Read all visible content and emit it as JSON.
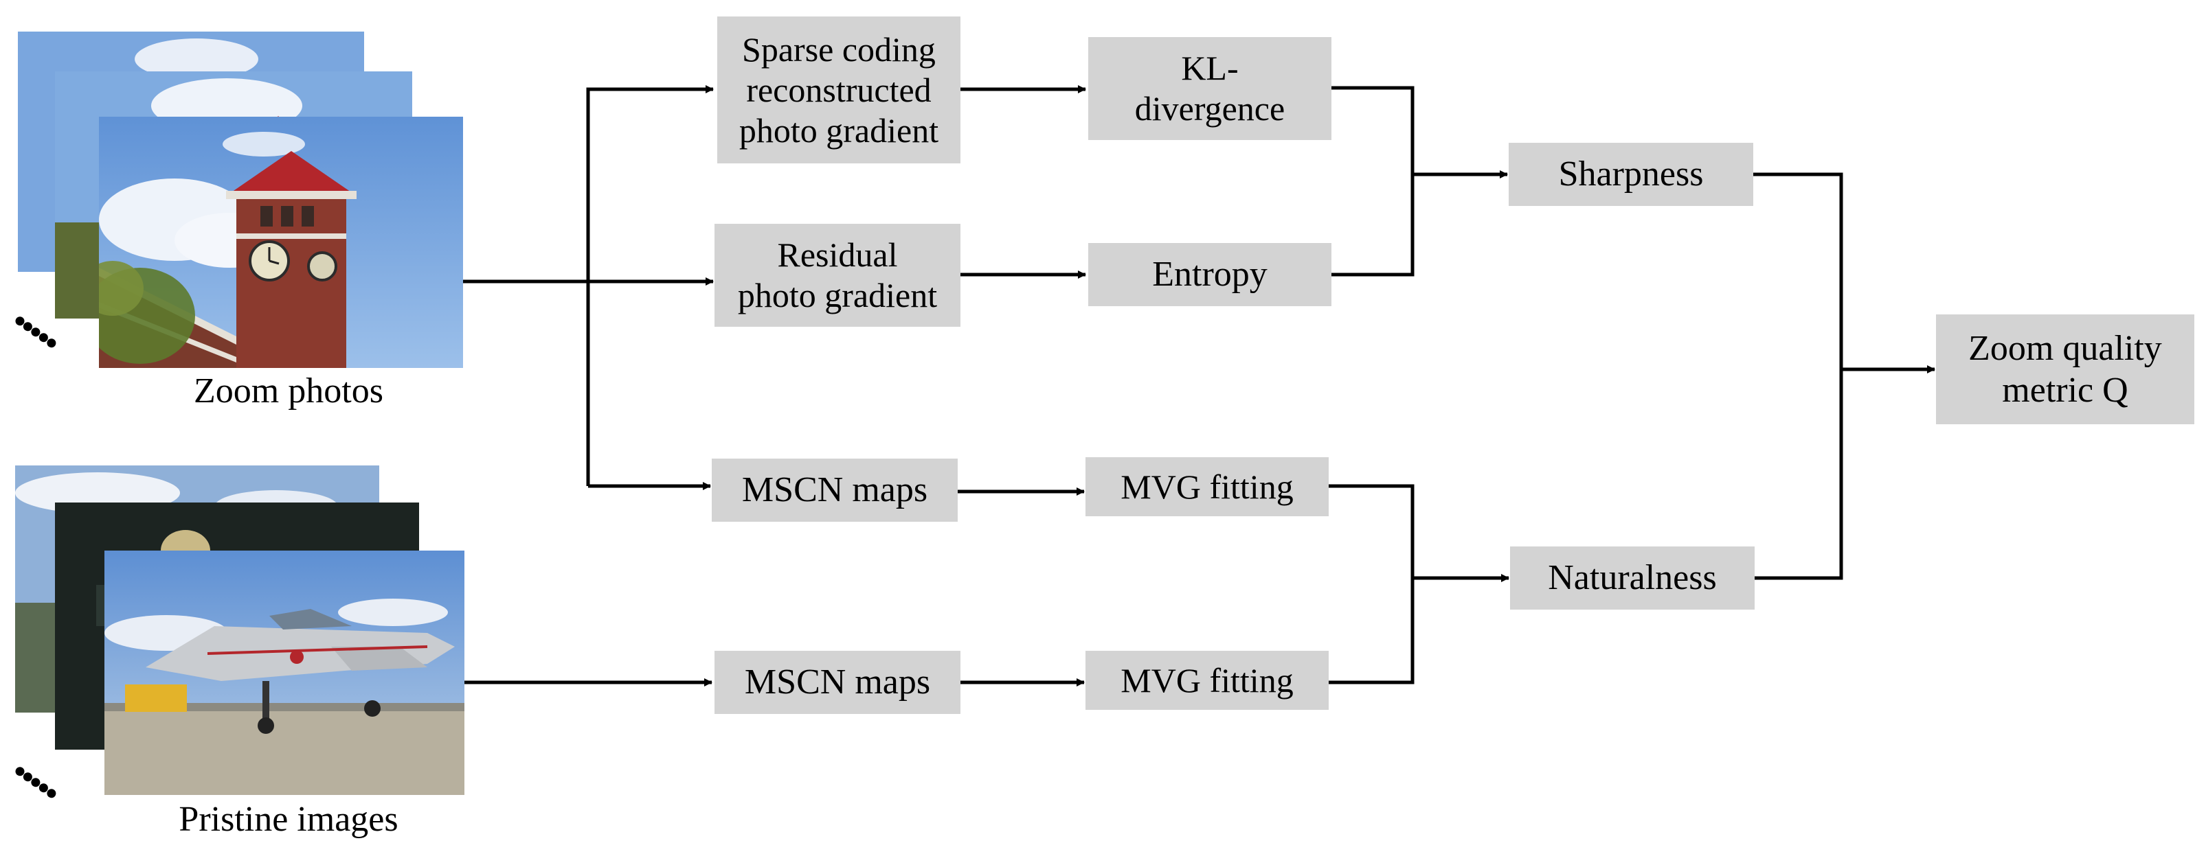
{
  "inputs": {
    "zoom_photos_caption": "Zoom photos",
    "pristine_images_caption": "Pristine images",
    "more_symbol": "....."
  },
  "stage1": {
    "sparse_coding": "Sparse coding\nreconstructed\nphoto gradient",
    "residual": "Residual\nphoto gradient",
    "mscn_zoom": "MSCN maps",
    "mscn_pristine": "MSCN maps"
  },
  "stage2": {
    "kl_divergence": "KL-\ndivergence",
    "entropy": "Entropy",
    "mvg_zoom": "MVG fitting",
    "mvg_pristine": "MVG fitting"
  },
  "stage3": {
    "sharpness": "Sharpness",
    "naturalness": "Naturalness"
  },
  "output": {
    "zoom_quality": "Zoom quality\nmetric Q"
  },
  "colors": {
    "box_fill": "#d3d3d3",
    "line": "#000000",
    "sky": "#7aa6de",
    "tower": "#8b3a2e",
    "roof": "#b3262b",
    "tarmac": "#b7b09e"
  }
}
